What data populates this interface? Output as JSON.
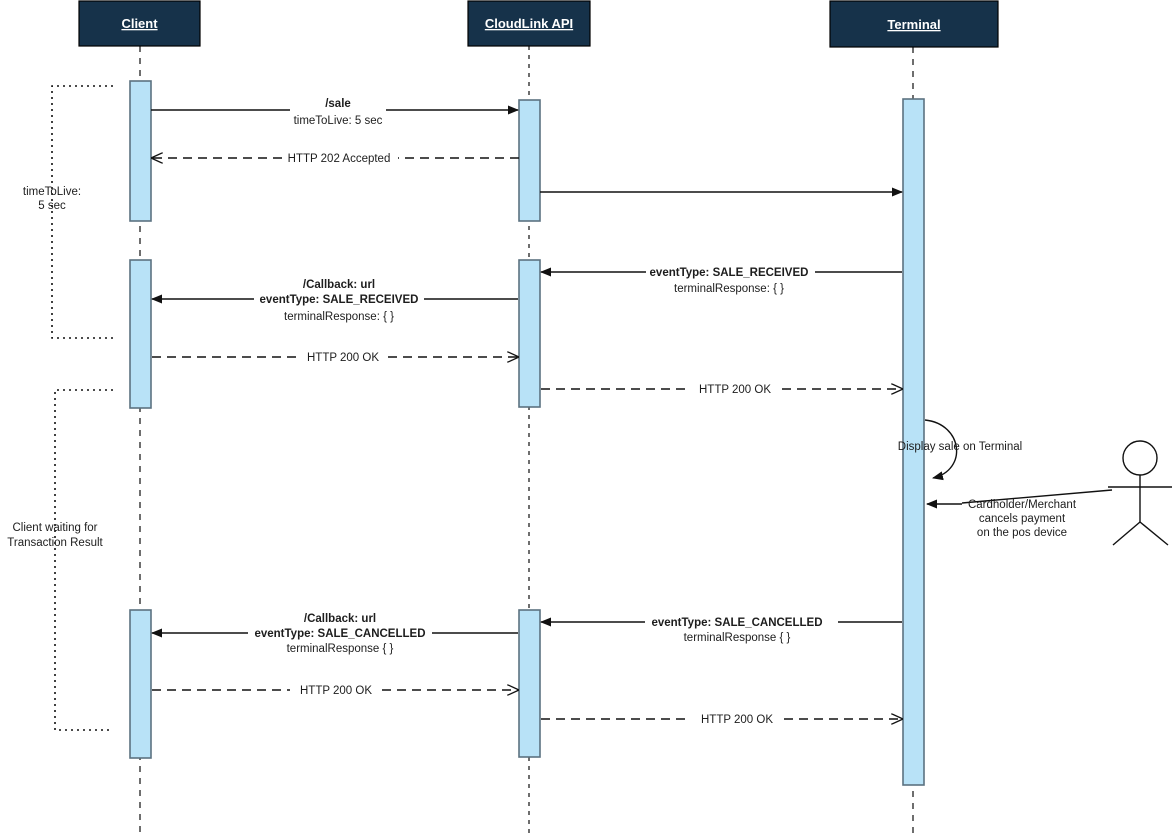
{
  "diagram": {
    "title": "CloudLink sale cancellation sequence",
    "type": "sequence-diagram",
    "colors": {
      "header_fill": "#16324a",
      "header_text": "#ffffff",
      "activation_fill": "#b8e2f7",
      "activation_stroke": "#5b7280",
      "line": "#111111",
      "background": "#ffffff"
    },
    "lifelines": [
      {
        "id": "client",
        "label": "Client"
      },
      {
        "id": "cloudlink",
        "label": "CloudLink API"
      },
      {
        "id": "terminal",
        "label": "Terminal"
      }
    ],
    "actor": {
      "label": "",
      "name": "stick-figure-actor"
    },
    "brackets": [
      {
        "id": "ttl",
        "label_line1": "timeToLive:",
        "label_line2": "5 sec"
      },
      {
        "id": "waiting",
        "label_line1": "Client waiting for",
        "label_line2": "Transaction Result"
      }
    ],
    "messages": [
      {
        "id": "m1",
        "from": "client",
        "to": "cloudlink",
        "style": "solid",
        "lines": [
          {
            "text": "/sale",
            "bold": true
          },
          {
            "text": "timeToLive: 5 sec",
            "bold": false
          }
        ]
      },
      {
        "id": "m2",
        "from": "cloudlink",
        "to": "client",
        "style": "dashed",
        "lines": [
          {
            "text": "HTTP 202 Accepted",
            "bold": false
          }
        ]
      },
      {
        "id": "m3",
        "from": "cloudlink",
        "to": "terminal",
        "style": "solid",
        "lines": []
      },
      {
        "id": "m4",
        "from": "terminal",
        "to": "cloudlink",
        "style": "solid",
        "lines": [
          {
            "text": "eventType: SALE_RECEIVED",
            "bold": true
          },
          {
            "text": "terminalResponse: { }",
            "bold": false
          }
        ]
      },
      {
        "id": "m5",
        "from": "cloudlink",
        "to": "client",
        "style": "solid",
        "lines": [
          {
            "text": "/Callback: url",
            "bold": true
          },
          {
            "text": "eventType: SALE_RECEIVED",
            "bold": true
          },
          {
            "text": "terminalResponse: { }",
            "bold": false
          }
        ]
      },
      {
        "id": "m6",
        "from": "client",
        "to": "cloudlink",
        "style": "dashed",
        "lines": [
          {
            "text": "HTTP 200 OK",
            "bold": false
          }
        ]
      },
      {
        "id": "m7",
        "from": "cloudlink",
        "to": "terminal",
        "style": "dashed",
        "lines": [
          {
            "text": "HTTP 200 OK",
            "bold": false
          }
        ]
      },
      {
        "id": "m8",
        "from": "terminal",
        "to": "terminal",
        "style": "self",
        "lines": [
          {
            "text": "Display sale on Terminal",
            "bold": false
          }
        ]
      },
      {
        "id": "m9",
        "from": "actor",
        "to": "terminal",
        "style": "solid",
        "lines": [
          {
            "text": "Cardholder/Merchant",
            "bold": false
          },
          {
            "text": "cancels payment",
            "bold": false
          },
          {
            "text": "on the pos device",
            "bold": false
          }
        ]
      },
      {
        "id": "m10",
        "from": "terminal",
        "to": "cloudlink",
        "style": "solid",
        "lines": [
          {
            "text": "eventType: SALE_CANCELLED",
            "bold": true
          },
          {
            "text": "terminalResponse { }",
            "bold": false
          }
        ]
      },
      {
        "id": "m11",
        "from": "cloudlink",
        "to": "client",
        "style": "solid",
        "lines": [
          {
            "text": "/Callback: url",
            "bold": true
          },
          {
            "text": "eventType: SALE_CANCELLED",
            "bold": true
          },
          {
            "text": "terminalResponse { }",
            "bold": false
          }
        ]
      },
      {
        "id": "m12",
        "from": "client",
        "to": "cloudlink",
        "style": "dashed",
        "lines": [
          {
            "text": "HTTP 200 OK",
            "bold": false
          }
        ]
      },
      {
        "id": "m13",
        "from": "cloudlink",
        "to": "terminal",
        "style": "dashed",
        "lines": [
          {
            "text": "HTTP 200 OK",
            "bold": false
          }
        ]
      }
    ],
    "labels": {
      "sale": "/sale",
      "ttl_param": "timeToLive: 5 sec",
      "http_202": "HTTP 202 Accepted",
      "http_200": "HTTP 200 OK",
      "callback_url": "/Callback: url",
      "event_sale_received": "eventType: SALE_RECEIVED",
      "event_sale_cancelled": "eventType: SALE_CANCELLED",
      "terminal_response_colon": "terminalResponse: { }",
      "terminal_response_nocolon": "terminalResponse { }",
      "display_sale": "Display sale on Terminal",
      "cancel_1": "Cardholder/Merchant",
      "cancel_2": "cancels payment",
      "cancel_3": "on the pos device",
      "ttl_bracket_1": "timeToLive:",
      "ttl_bracket_2": "5 sec",
      "waiting_1": "Client waiting for",
      "waiting_2": "Transaction Result"
    }
  }
}
